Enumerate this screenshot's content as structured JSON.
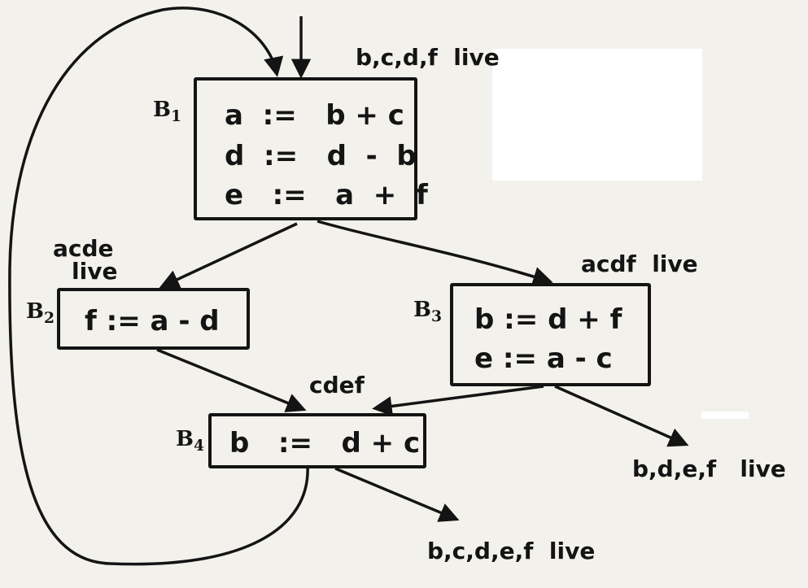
{
  "blocks": {
    "b1": {
      "name": "B",
      "index": "1",
      "lines": [
        "a  :=   b + c",
        "d  :=   d  -  b",
        "e   :=   a  +  f"
      ]
    },
    "b2": {
      "name": "B",
      "index": "2",
      "lines": [
        "f := a - d"
      ]
    },
    "b3": {
      "name": "B",
      "index": "3",
      "lines": [
        "b := d + f",
        "e := a - c"
      ]
    },
    "b4": {
      "name": "B",
      "index": "4",
      "lines": [
        "b   :=   d + c"
      ]
    }
  },
  "liveness": {
    "b1_in": "b,c,d,f  live",
    "b2_in_line1": "acde",
    "b2_in_line2": "live",
    "b3_in": "acdf  live",
    "b4_in": "cdef",
    "b3_out": "b,d,e,f   live",
    "b4_out": "b,c,d,e,f  live"
  },
  "colors": {
    "ink": "#141414",
    "paper": "#f3f1ec"
  }
}
